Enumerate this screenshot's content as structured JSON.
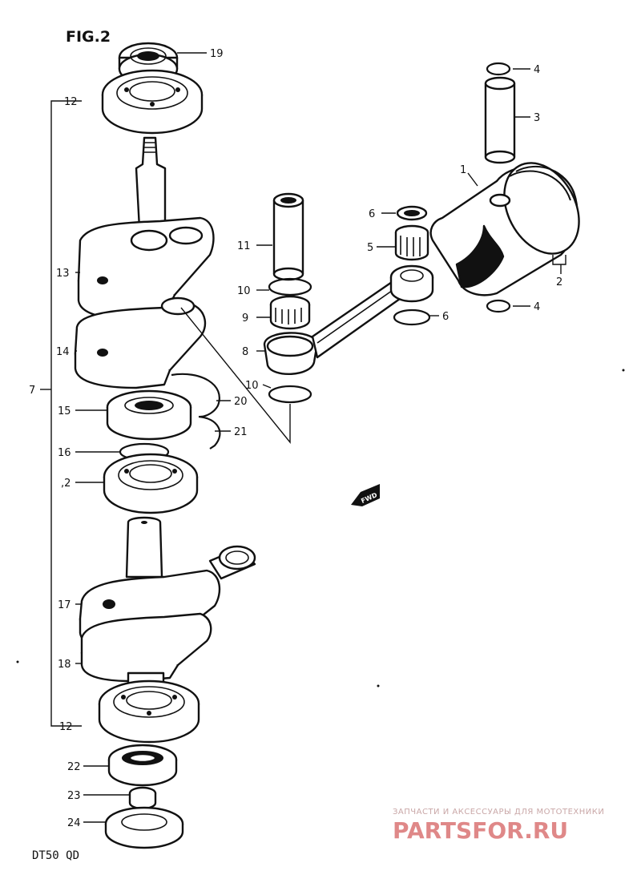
{
  "figure": {
    "title": "FIG.2",
    "model_code": "DT50 QD",
    "direction_marker": "FWD"
  },
  "callouts": {
    "p1": "1",
    "p2": "2",
    "p3": "3",
    "p4a": "4",
    "p4b": "4",
    "p5": "5",
    "p6a": "6",
    "p6b": "6",
    "p7": "7",
    "p8": "8",
    "p9": "9",
    "p10a": "10",
    "p10b": "10",
    "p11": "11",
    "p12a": "12",
    "p12b": ",2",
    "p12c": "12",
    "p13": "13",
    "p14": "14",
    "p15": "15",
    "p16": "16",
    "p17": "17",
    "p18": "18",
    "p19": "19",
    "p20": "20",
    "p21": "21",
    "p22": "22",
    "p23": "23",
    "p24": "24"
  },
  "watermark": {
    "tagline": "ЗАПЧАСТИ И АКСЕССУАРЫ ДЛЯ МОТОТЕХНИКИ",
    "logo": "PARTSFOR.RU"
  }
}
